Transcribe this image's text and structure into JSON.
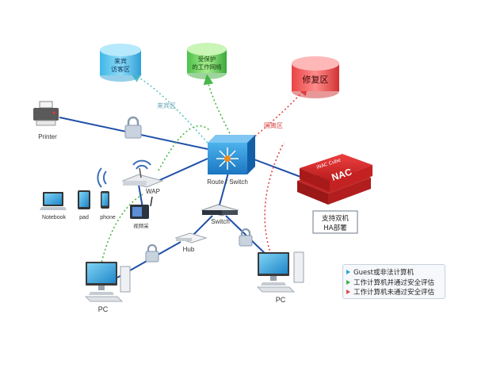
{
  "zones": {
    "guest": "来宾访客区",
    "guest_l1": "来宾",
    "guest_l2": "访客区",
    "protected_l1": "受保护",
    "protected_l2": "的工作网络",
    "remediation": "修复区"
  },
  "path_labels": {
    "guest_path": "来宾区",
    "remediation_path": "隔离区"
  },
  "devices": {
    "printer": "Printer",
    "core": "Route / Switch",
    "wap": "WAP",
    "notebook": "Notebook",
    "pad": "pad",
    "phone": "phone",
    "handheld": "视频采",
    "switch": "Switch",
    "hub": "Hub",
    "pc_left": "PC",
    "pc_right": "PC",
    "nac_badge": "NAC",
    "nac_brand": "iNAC Cube",
    "nac_l1": "支持双机",
    "nac_l2": "HA部署"
  },
  "legend": {
    "items": [
      {
        "label": "Guest或非法计算机",
        "color": "#22a7d8"
      },
      {
        "label": "工作计算机并通过安全评估",
        "color": "#3cb24a"
      },
      {
        "label": "工作计算机未通过安全评估",
        "color": "#e04848"
      }
    ]
  },
  "colors": {
    "link": "#1f4fa8",
    "guest": "#5cc6c0",
    "protected": "#48b848",
    "remediation": "#e24646",
    "core_box": "#1f8fd4",
    "nac": "#d62a2a"
  }
}
